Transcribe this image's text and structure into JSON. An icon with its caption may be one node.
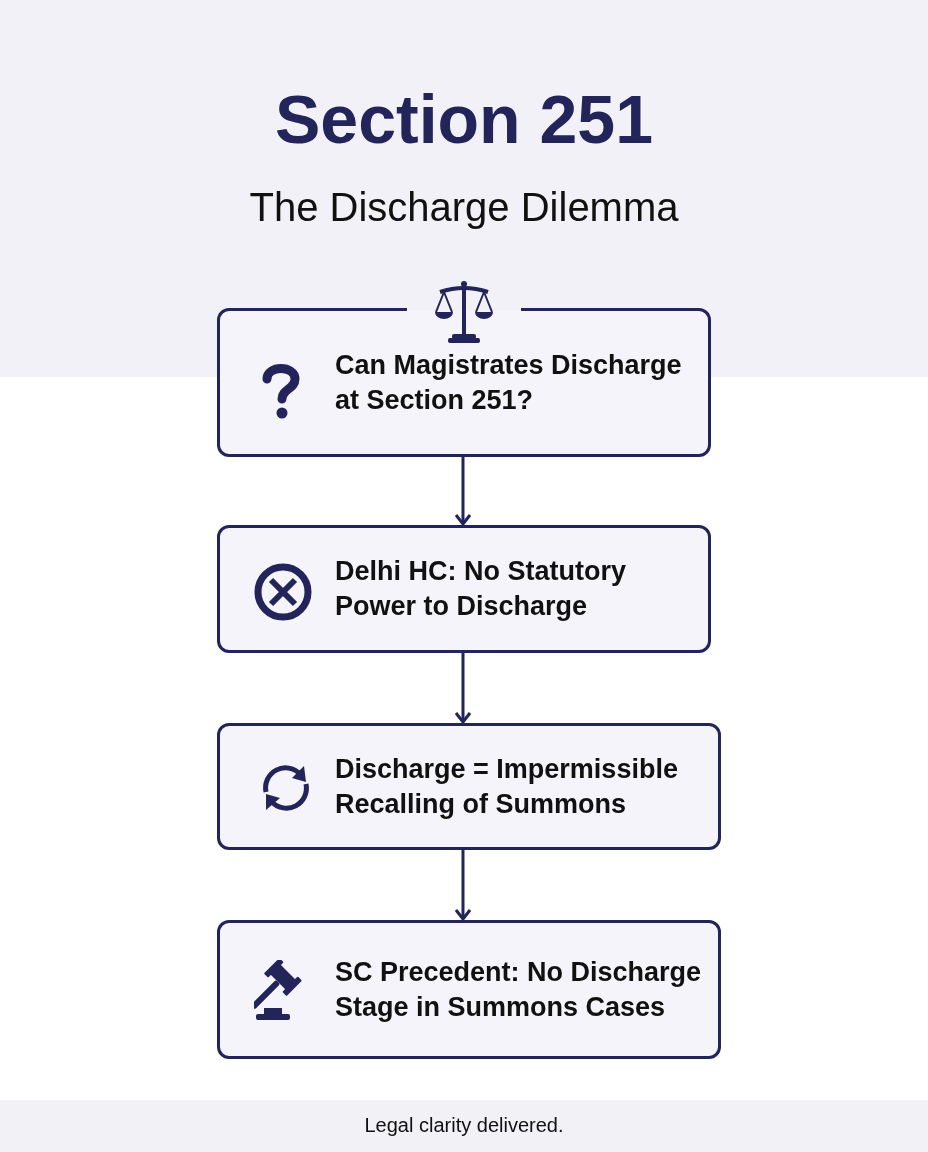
{
  "diagram": {
    "title": "Section 251",
    "nodes": [
      {
        "text": [
          "Can Magistrates Discharge at Section 251?"
        ]
      },
      {
        "text": [
          "Delhi HC: No Statutory Power to Discharge"
        ]
      },
      {
        "text": [
          "Discharge = Impermissible Recalling of Summons"
        ]
      },
      {
        "text": [
          "SC Precedent: No Discharge Stage in Summons Cases"
        ]
      }
    ],
    "edges": [
      {
        "from": 0,
        "to": 1,
        "arrow": "to"
      },
      {
        "from": 1,
        "to": 2,
        "arrow": "to"
      },
      {
        "from": 2,
        "to": 3,
        "arrow": "to"
      }
    ],
    "labels": [
      "The Discharge Dilemma",
      "Legal clarity delivered."
    ]
  }
}
